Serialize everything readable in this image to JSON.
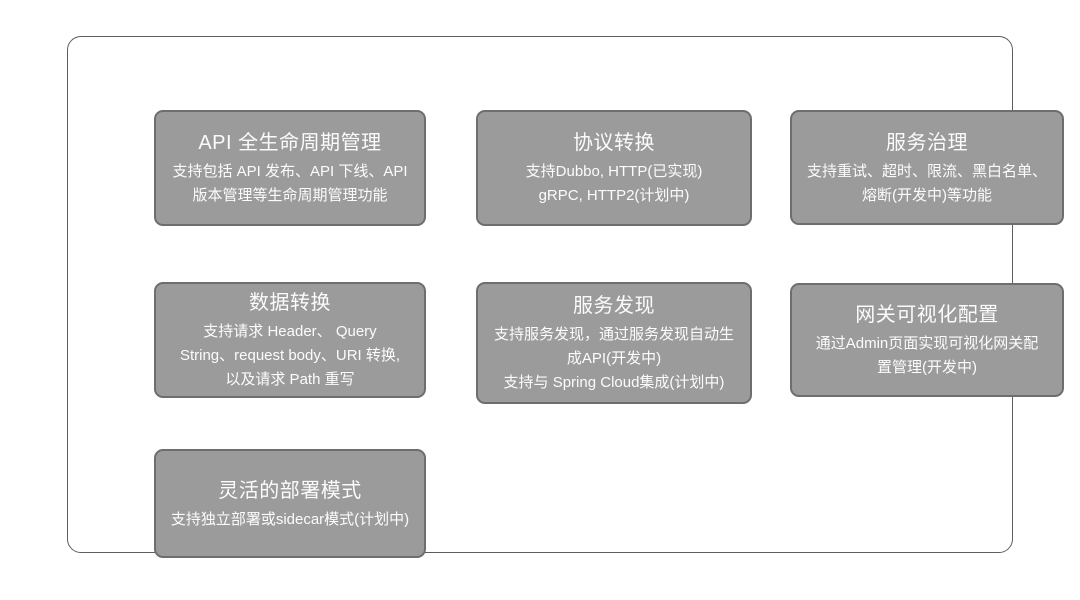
{
  "diagram": {
    "type": "feature-card-grid",
    "colors": {
      "card_fill": "#9b9b9b",
      "card_border": "#6e6e6e",
      "frame_border": "#5e5e5e",
      "text": "#fdfdfd",
      "background": "#ffffff"
    },
    "cards": [
      {
        "id": "api-lifecycle",
        "title": "API 全生命周期管理",
        "body_lines": [
          "支持包括 API 发布、API 下线、API",
          "版本管理等生命周期管理功能"
        ]
      },
      {
        "id": "protocol-conversion",
        "title": "协议转换",
        "body_lines": [
          "支持Dubbo, HTTP(已实现)",
          "gRPC, HTTP2(计划中)"
        ]
      },
      {
        "id": "service-governance",
        "title": "服务治理",
        "body_lines": [
          "支持重试、超时、限流、黑白名单、",
          "熔断(开发中)等功能"
        ]
      },
      {
        "id": "data-transform",
        "title": "数据转换",
        "body_lines": [
          "支持请求 Header、 Query",
          "String、request body、URI 转换,",
          "以及请求 Path 重写"
        ]
      },
      {
        "id": "service-discovery",
        "title": "服务发现",
        "body_lines": [
          "支持服务发现，通过服务发现自动生",
          "成API(开发中)",
          "支持与 Spring Cloud集成(计划中)"
        ]
      },
      {
        "id": "gateway-visual-config",
        "title": "网关可视化配置",
        "body_lines": [
          "通过Admin页面实现可视化网关配",
          "置管理(开发中)"
        ]
      },
      {
        "id": "flexible-deployment",
        "title": "灵活的部署模式",
        "body_lines": [
          "支持独立部署或sidecar模式(计划中)"
        ]
      }
    ]
  }
}
